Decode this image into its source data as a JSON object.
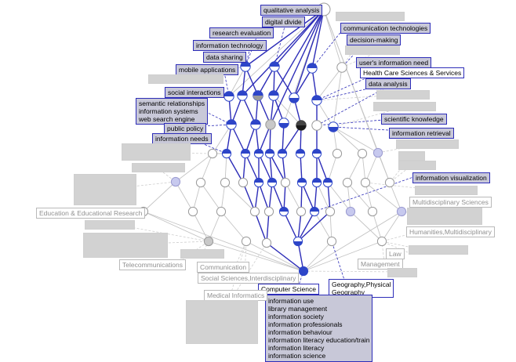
{
  "colors": {
    "highlight_edge": "#2d2db8",
    "node_blue": "#2d45c8",
    "grey_edge": "#c4c4c4",
    "label_bg": "#c8c8d8"
  },
  "highlighted_labels": {
    "qualitative_analysis": "qualitative analysis",
    "digital_divide": "digital divide",
    "communication_technologies": "communication technologies",
    "research_evaluation": "research evaluation",
    "decision_making": "decision-making",
    "information_technology": "information technology",
    "data_sharing": "data sharing",
    "users_information_need": "user's information need",
    "mobile_applications": "mobile applications",
    "health_care": "Health Care Sciences & Services",
    "data_analysis": "data analysis",
    "social_interactions": "social interactions",
    "semantic_group": [
      "semantic relationships",
      "information systems",
      "web search engine"
    ],
    "scientific_knowledge": "scientific knowledge",
    "public_policy": "public policy",
    "information_retrieval": "information retrieval",
    "information_needs": "information needs",
    "information_visualization": "information visualization",
    "computer_science": "Computer Science",
    "geography": [
      "Geography,Physical",
      "Geography"
    ],
    "bottom_group": [
      "information use",
      "library management",
      "information society",
      "information professionals",
      "information behaviour",
      "information literacy education/train",
      "information literacy",
      "information science"
    ]
  },
  "grey_labels": {
    "education": "Education & Educational Research",
    "multidisciplinary": "Multidisciplinary Sciences",
    "humanities": "Humanities,Multidisciplinary",
    "law": "Law",
    "management": "Management",
    "telecommunications": "Telecommunications",
    "communication": "Communication",
    "social_sciences": "Social Sciences,Interdisciplinary",
    "medical_informatics": "Medical Informatics"
  }
}
